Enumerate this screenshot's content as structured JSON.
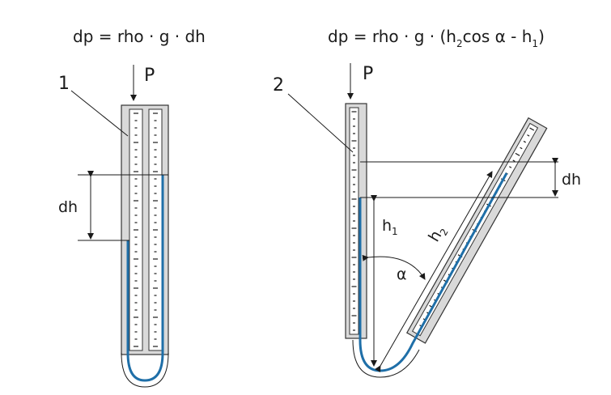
{
  "formulas": {
    "left": "dp = rho · g · dh",
    "right_main": "dp = rho · g · (h",
    "right_sub2": "2",
    "right_mid": "cos α - h",
    "right_sub1": "1",
    "right_end": ")"
  },
  "labels": {
    "item1": "1",
    "item2": "2",
    "pressure_left": "P",
    "pressure_right": "P",
    "dh_left": "dh",
    "dh_right": "dh",
    "h1": "h",
    "h1_sub": "1",
    "h2": "h",
    "h2_sub": "2",
    "alpha": "α"
  },
  "colors": {
    "liquid": "#1f6fa8",
    "tube_fill": "#d9d9d9",
    "ink": "#1a1a1a"
  }
}
